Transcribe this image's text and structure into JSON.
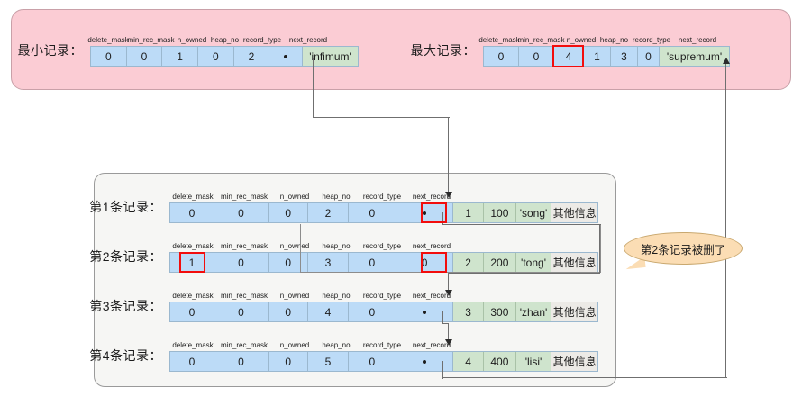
{
  "headers": [
    "delete_mask",
    "min_rec_mask",
    "n_owned",
    "heap_no",
    "record_type",
    "next_record"
  ],
  "top_panel": {
    "infimum": {
      "label": "最小记录：",
      "headers": [
        "delete_mask",
        "min_rec_mask",
        "n_owned",
        "heap_no",
        "record_type",
        "next_record"
      ],
      "values": [
        "0",
        "0",
        "1",
        "0",
        "2",
        "•"
      ],
      "data_cell": "'infimum'"
    },
    "supremum": {
      "label": "最大记录：",
      "headers": [
        "delete_mask",
        "min_rec_mask",
        "n_owned",
        "heap_no",
        "record_type",
        "next_record"
      ],
      "values": [
        "0",
        "0",
        "4",
        "1",
        "3",
        "0"
      ],
      "data_cell": "'supremum'",
      "highlight_index": 2
    }
  },
  "records": [
    {
      "label": "第1条记录：",
      "headers": [
        "delete_mask",
        "min_rec_mask",
        "n_owned",
        "heap_no",
        "record_type",
        "next_record"
      ],
      "values": [
        "0",
        "0",
        "0",
        "2",
        "0",
        "•"
      ],
      "columns": [
        "1",
        "100",
        "'song'",
        "其他信息"
      ],
      "highlight_indices": [
        5
      ]
    },
    {
      "label": "第2条记录：",
      "headers": [
        "delete_mask",
        "min_rec_mask",
        "n_owned",
        "heap_no",
        "record_type",
        "next_record"
      ],
      "values": [
        "1",
        "0",
        "0",
        "3",
        "0",
        "0"
      ],
      "columns": [
        "2",
        "200",
        "'tong'",
        "其他信息"
      ],
      "highlight_indices": [
        0,
        5
      ]
    },
    {
      "label": "第3条记录：",
      "headers": [
        "delete_mask",
        "min_rec_mask",
        "n_owned",
        "heap_no",
        "record_type",
        "next_record"
      ],
      "values": [
        "0",
        "0",
        "0",
        "4",
        "0",
        "•"
      ],
      "columns": [
        "3",
        "300",
        "'zhan'",
        "其他信息"
      ],
      "highlight_indices": []
    },
    {
      "label": "第4条记录：",
      "headers": [
        "delete_mask",
        "min_rec_mask",
        "n_owned",
        "heap_no",
        "record_type",
        "next_record"
      ],
      "values": [
        "0",
        "0",
        "0",
        "5",
        "0",
        "•"
      ],
      "columns": [
        "4",
        "400",
        "'lisi'",
        "其他信息"
      ],
      "highlight_indices": []
    }
  ],
  "callout": {
    "text": "第2条记录被删了"
  },
  "colors": {
    "panel_pink": "#fbccd4",
    "cell_blue": "#bcdbf7",
    "cell_green": "#cfe4cd",
    "cell_gray": "#eceae6",
    "highlight_red": "#f20d0d",
    "callout_orange": "#fbddb4",
    "container_gray": "#f6f6f4"
  }
}
